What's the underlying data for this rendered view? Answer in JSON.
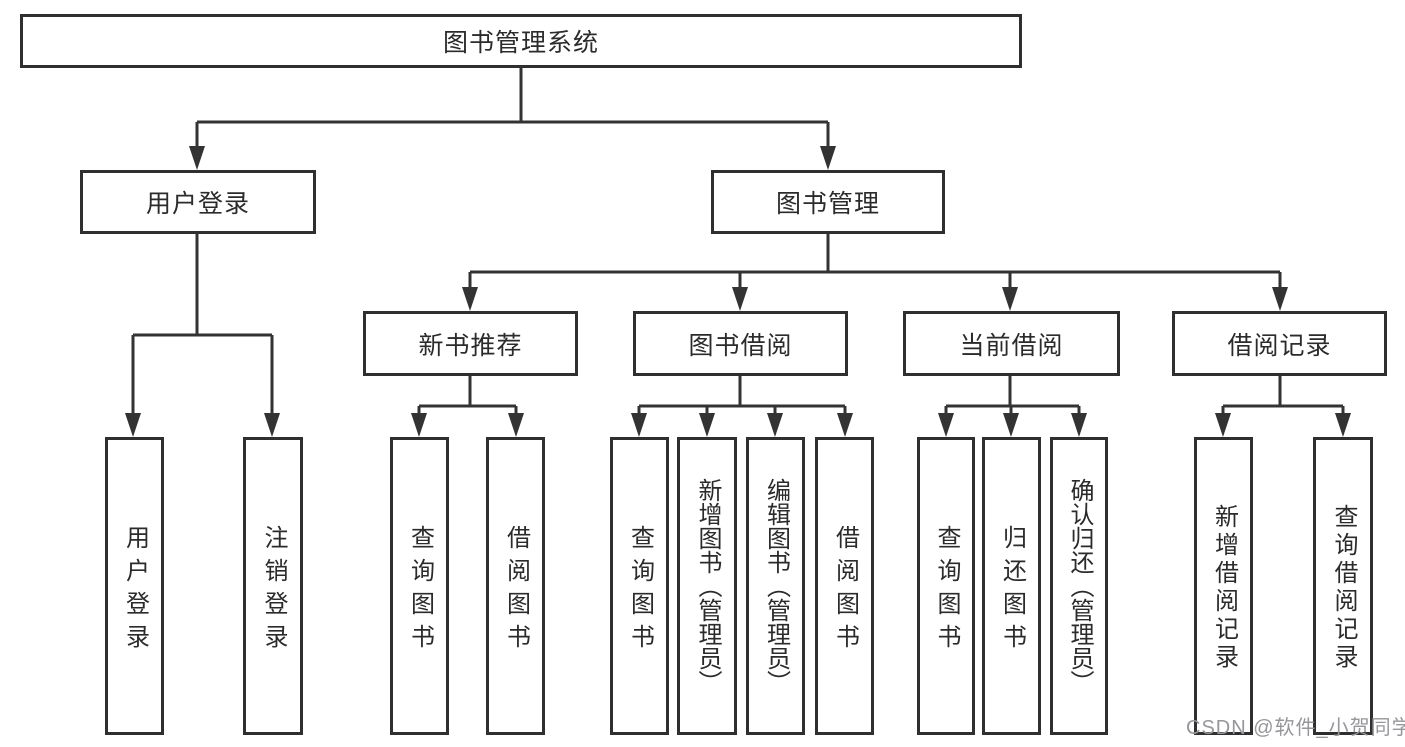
{
  "diagram": {
    "title": "图书管理系统",
    "nodes": {
      "user_login": "用户登录",
      "book_management": "图书管理",
      "new_book_recommend": "新书推荐",
      "book_borrow": "图书借阅",
      "current_borrow": "当前借阅",
      "borrow_record": "借阅记录"
    },
    "leaves": {
      "user_login": [
        "用户登录",
        "注销登录"
      ],
      "new_book_recommend": [
        "查询图书",
        "借阅图书"
      ],
      "book_borrow": [
        "查询图书",
        "新增图书（管理员）",
        "编辑图书（管理员）",
        "借阅图书"
      ],
      "current_borrow": [
        "查询图书",
        "归还图书",
        "确认归还（管理员）"
      ],
      "borrow_record": [
        "新增借阅记录",
        "查询借阅记录"
      ]
    }
  },
  "watermark": "CSDN @软件_小贺同学",
  "colors": {
    "line": "#333333",
    "box_border": "#2f2f2f",
    "text": "#2b2b2b",
    "watermark": "#96969b",
    "background": "#ffffff"
  }
}
